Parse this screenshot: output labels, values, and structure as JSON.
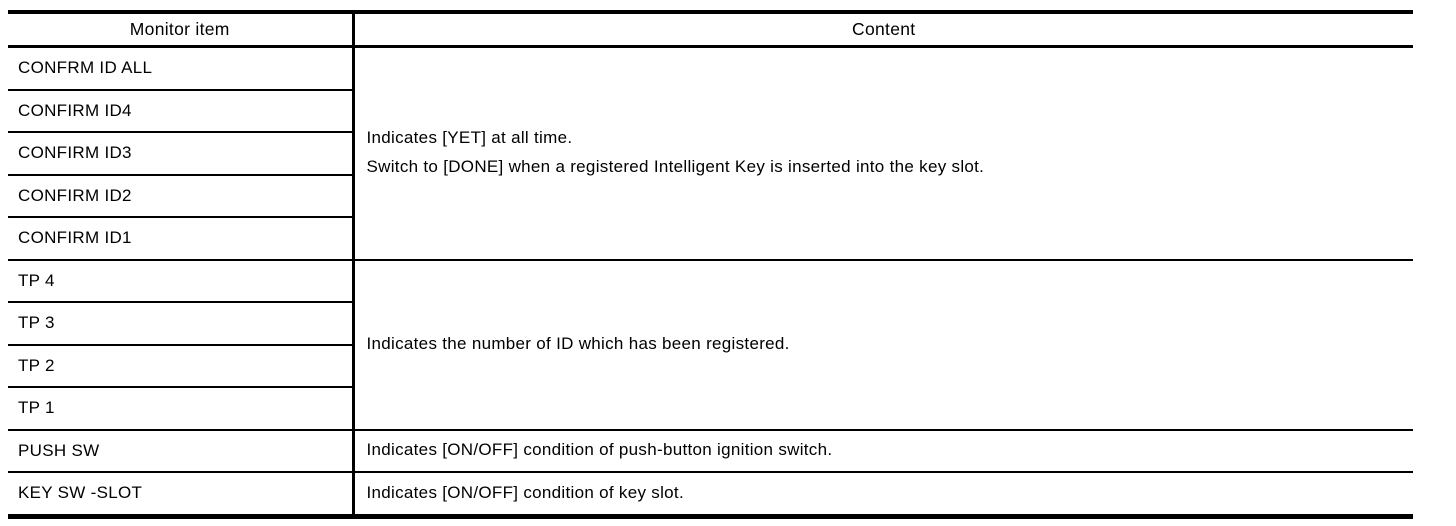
{
  "table": {
    "headers": {
      "monitor": "Monitor item",
      "content": "Content"
    },
    "groups": [
      {
        "items": [
          "CONFRM ID ALL",
          "CONFIRM ID4",
          "CONFIRM ID3",
          "CONFIRM ID2",
          "CONFIRM ID1"
        ],
        "content_lines": [
          "Indicates [YET] at all time.",
          "Switch to [DONE] when a registered Intelligent Key is inserted into the key slot."
        ]
      },
      {
        "items": [
          "TP 4",
          "TP 3",
          "TP 2",
          "TP 1"
        ],
        "content_lines": [
          "Indicates the number of ID which has been registered."
        ]
      },
      {
        "items": [
          "PUSH SW"
        ],
        "content_lines": [
          "Indicates [ON/OFF] condition of push-button ignition switch."
        ]
      },
      {
        "items": [
          "KEY SW -SLOT"
        ],
        "content_lines": [
          "Indicates [ON/OFF] condition of key slot."
        ]
      }
    ]
  },
  "colors": {
    "border": "#000000",
    "text": "#000000",
    "background": "#ffffff"
  }
}
